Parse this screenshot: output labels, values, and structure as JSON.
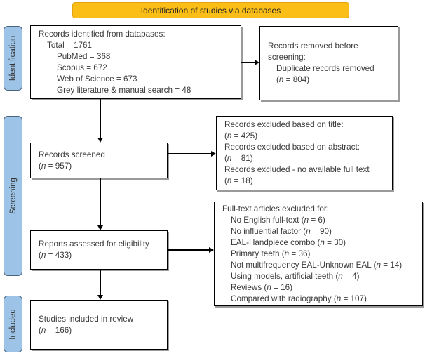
{
  "banner": {
    "label": "Identification of studies via databases"
  },
  "sidebar": {
    "stages": [
      {
        "label": "Identification"
      },
      {
        "label": "Screening"
      },
      {
        "label": "Included"
      }
    ]
  },
  "boxes": {
    "records_identified": {
      "lines": [
        "Records identified from databases:",
        "Total = 1761",
        "PubMed = 368",
        "Scopus = 672",
        "Web of Science = 673",
        "Grey literature & manual search = 48"
      ]
    },
    "records_removed": {
      "lines": [
        "Records removed before",
        "screening:",
        "Duplicate records removed",
        "(n = 804)"
      ]
    },
    "records_screened": {
      "lines": [
        "Records screened",
        "(n = 957)"
      ]
    },
    "excluded_screening": {
      "lines": [
        "Records excluded based on title:",
        "(n = 425)",
        "Records excluded based on abstract:",
        "(n = 81)",
        "Records excluded - no available full text",
        "(n = 18)"
      ]
    },
    "reports_assessed": {
      "lines": [
        "Reports assessed for eligibility",
        "(n = 433)"
      ]
    },
    "excluded_fulltext": {
      "lines": [
        "Full-text articles excluded for:",
        "No English full-text (n = 6)",
        "No influential factor (n = 90)",
        "EAL-Handpiece combo (n = 30)",
        "Primary teeth (n = 36)",
        "Not multifrequency EAL-Unknown EAL (n = 14)",
        "Using models, artificial teeth (n = 4)",
        "Reviews (n = 16)",
        "Compared with radiography (n = 107)"
      ]
    },
    "studies_included": {
      "lines": [
        "Studies included in review",
        "(n = 166)"
      ]
    }
  },
  "colors": {
    "banner_bg": "#FBBE17",
    "banner_border": "#E2A40E",
    "stage_fill": "#9DC3E6",
    "stage_border": "#4A6480",
    "shadow": "#9A9A9A",
    "text": "#3A3A3A"
  }
}
